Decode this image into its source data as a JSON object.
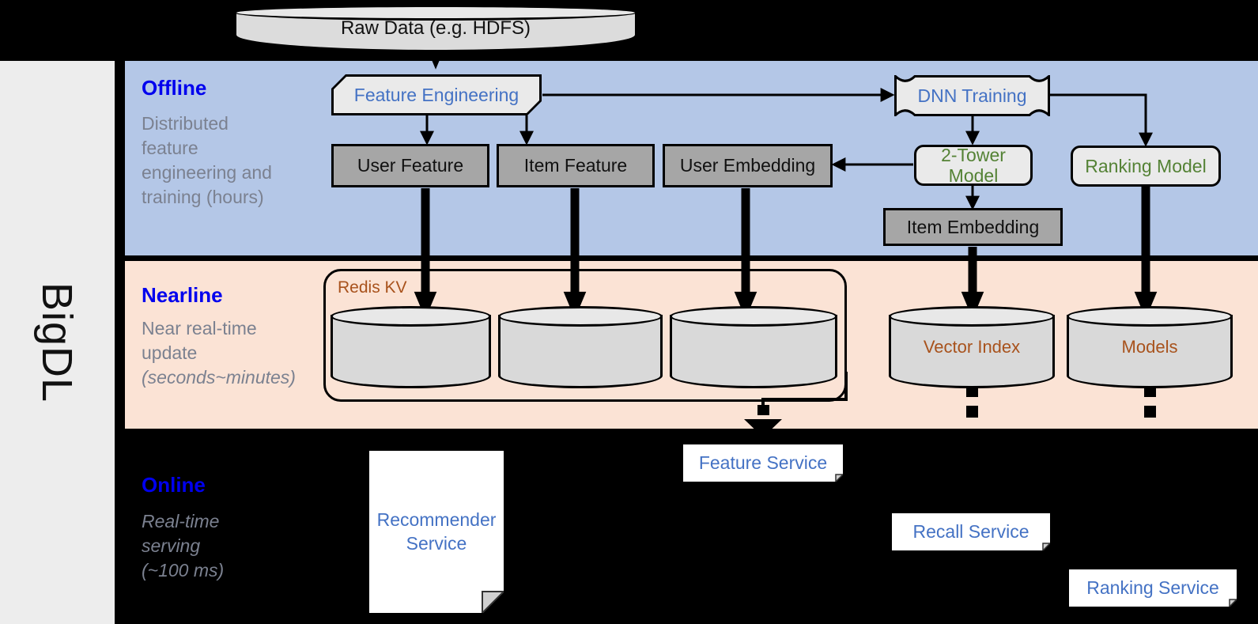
{
  "sidebar": {
    "label": "BigDL"
  },
  "sections": [
    {
      "key": "offline",
      "title": "Offline",
      "desc_plain": "Distributed feature engineering and ",
      "desc_em": "(hours)"
    },
    {
      "key": "nearline",
      "title": "Nearline",
      "desc_plain": "Near real-time update ",
      "desc_em": "(seconds~minutes)"
    },
    {
      "key": "online",
      "title": "Online",
      "desc_plain": "Real-time serving ",
      "desc_em": "(~100 ms)"
    }
  ],
  "offline": {
    "title": "Offline",
    "desc_line1": "Distributed",
    "desc_line2": "feature",
    "desc_line3": "engineering and",
    "desc_line4": "training (hours)"
  },
  "nearline": {
    "title": "Nearline",
    "desc_line1": "Near real-time",
    "desc_line2": "update",
    "desc_line3": "(seconds~minutes)",
    "redis_label": "Redis KV"
  },
  "online": {
    "title": "Online",
    "desc_line1": "Real-time",
    "desc_line2": "serving",
    "desc_line3": "(~100 ms)"
  },
  "nodes": {
    "raw_data": "Raw Data (e.g. HDFS)",
    "feature_engineering": "Feature Engineering",
    "dnn_training": "DNN Training",
    "user_feature": "User Feature",
    "item_feature": "Item Feature",
    "user_embedding": "User Embedding",
    "two_tower_model": "2-Tower Model",
    "ranking_model": "Ranking Model",
    "item_embedding": "Item Embedding",
    "vector_index": "Vector Index",
    "models": "Models",
    "feature_service": "Feature Service",
    "recommender_service_line1": "Recommender",
    "recommender_service_line2": "Service",
    "recall_service": "Recall Service",
    "ranking_service": "Ranking Service"
  },
  "colors": {
    "offline_panel": "#b4c7e7",
    "nearline_panel": "#fbe3d5",
    "online_panel": "#000000",
    "sidebar": "#ededed",
    "section_title": "#0000ee",
    "section_desc": "#7b8190",
    "process_text": "#4472c4",
    "model_text": "#548235",
    "store_text": "#a8521c",
    "grey_box": "#a6a6a6",
    "light_box": "#eaeaea"
  }
}
